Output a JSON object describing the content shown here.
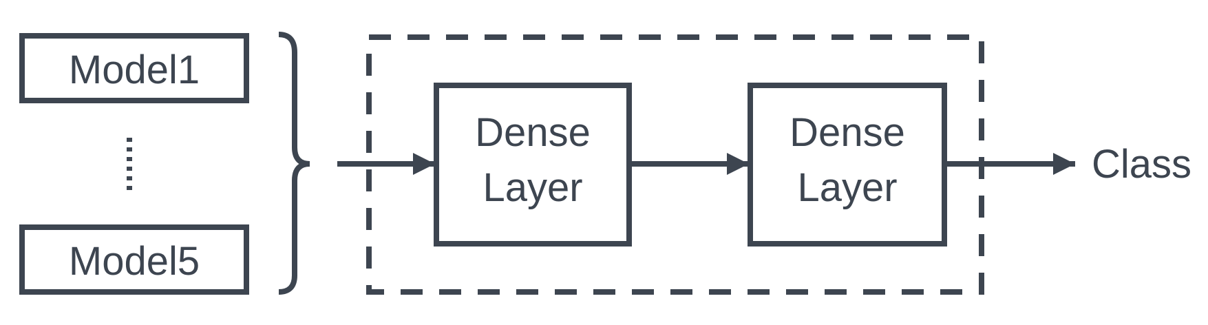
{
  "diagram": {
    "models": {
      "first": "Model1",
      "last": "Model5"
    },
    "layers": [
      {
        "line1": "Dense",
        "line2": "Layer"
      },
      {
        "line1": "Dense",
        "line2": "Layer"
      }
    ],
    "output": "Class"
  },
  "colors": {
    "stroke": "#3d4550",
    "text": "#3d4550",
    "background": "#ffffff"
  }
}
